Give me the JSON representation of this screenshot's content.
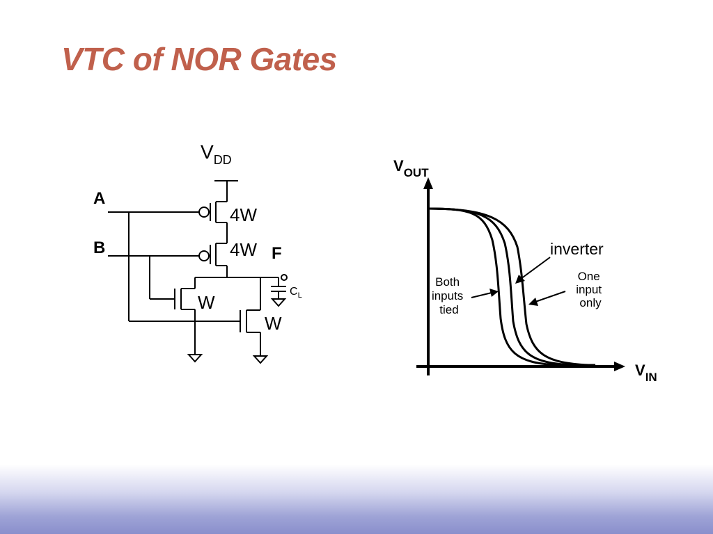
{
  "slide": {
    "title": "VTC of NOR Gates"
  },
  "circuit": {
    "vdd": "V",
    "vdd_sub": "DD",
    "input_a": "A",
    "input_b": "B",
    "output_f": "F",
    "cap": "C",
    "cap_sub": "L",
    "pmos_top_size": "4W",
    "pmos_bottom_size": "4W",
    "nmos_left_size": "W",
    "nmos_right_size": "W"
  },
  "graph": {
    "y_axis": "V",
    "y_axis_sub": "OUT",
    "x_axis": "V",
    "x_axis_sub": "IN",
    "label_both": [
      "Both",
      "inputs",
      "tied"
    ],
    "label_inverter": "inverter",
    "label_one": [
      "One",
      "input",
      "only"
    ]
  },
  "colors": {
    "title": "#c0604c",
    "footer": "#8a8fcc"
  }
}
